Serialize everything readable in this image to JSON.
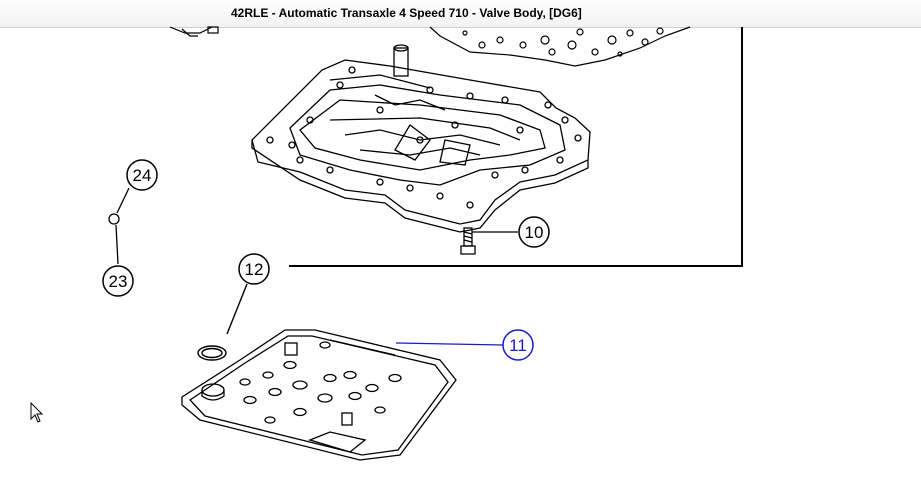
{
  "window": {
    "title": "42RLE - Automatic Transaxle 4 Speed 710 - Valve Body, [DG6]"
  },
  "callouts": [
    {
      "id": "24",
      "label": "24",
      "highlighted": false
    },
    {
      "id": "23",
      "label": "23",
      "highlighted": false
    },
    {
      "id": "12",
      "label": "12",
      "highlighted": false
    },
    {
      "id": "10",
      "label": "10",
      "highlighted": false
    },
    {
      "id": "11",
      "label": "11",
      "highlighted": true
    }
  ],
  "colors": {
    "line": "#000000",
    "highlight": "#1a1acc",
    "titlebar": "#f5f5f5"
  },
  "icons": {
    "pointer": "arrow-cursor-icon"
  }
}
